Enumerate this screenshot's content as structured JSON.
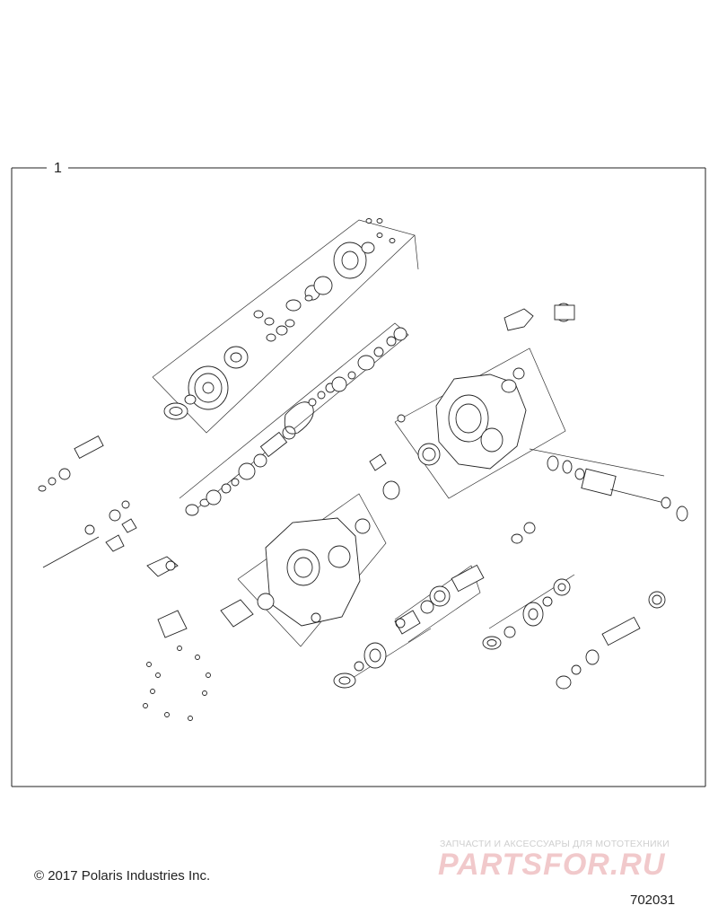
{
  "callout_number": "1",
  "copyright": "© 2017 Polaris Industries Inc.",
  "watermark": {
    "tagline": "ЗАПЧАСТИ И АКСЕССУАРЫ ДЛЯ МОТОТЕХНИКИ",
    "logo": "PARTSFOR.RU"
  },
  "diagram_number": "702031",
  "colors": {
    "line": "#222222",
    "watermark_text": "#cfcfcf",
    "watermark_logo": "#f1c9cb"
  }
}
